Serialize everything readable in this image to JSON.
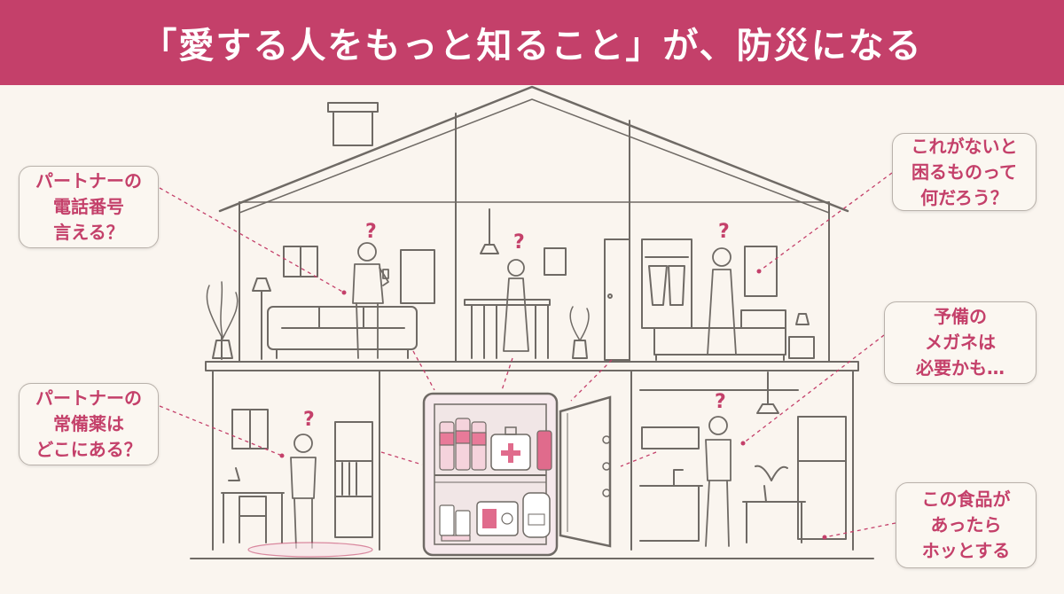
{
  "banner": {
    "title": "「愛する人をもっと知ること」が、防災になる"
  },
  "callouts": [
    {
      "text": "パートナーの\n電話番号\n言える？"
    },
    {
      "text": "パートナーの\n常備薬は\nどこにある？"
    },
    {
      "text": "これがないと\n困るものって\n何だろう？"
    },
    {
      "text": "予備の\nメガネは\n必要かも…"
    },
    {
      "text": "この食品が\nあったら\nホッとする"
    }
  ],
  "question_mark": "?",
  "colors": {
    "accent": "#c4406a",
    "background": "#faf5ef",
    "line": "#6f6a65",
    "pink": "#e87a99",
    "pale_pink": "#f5d3dc"
  }
}
